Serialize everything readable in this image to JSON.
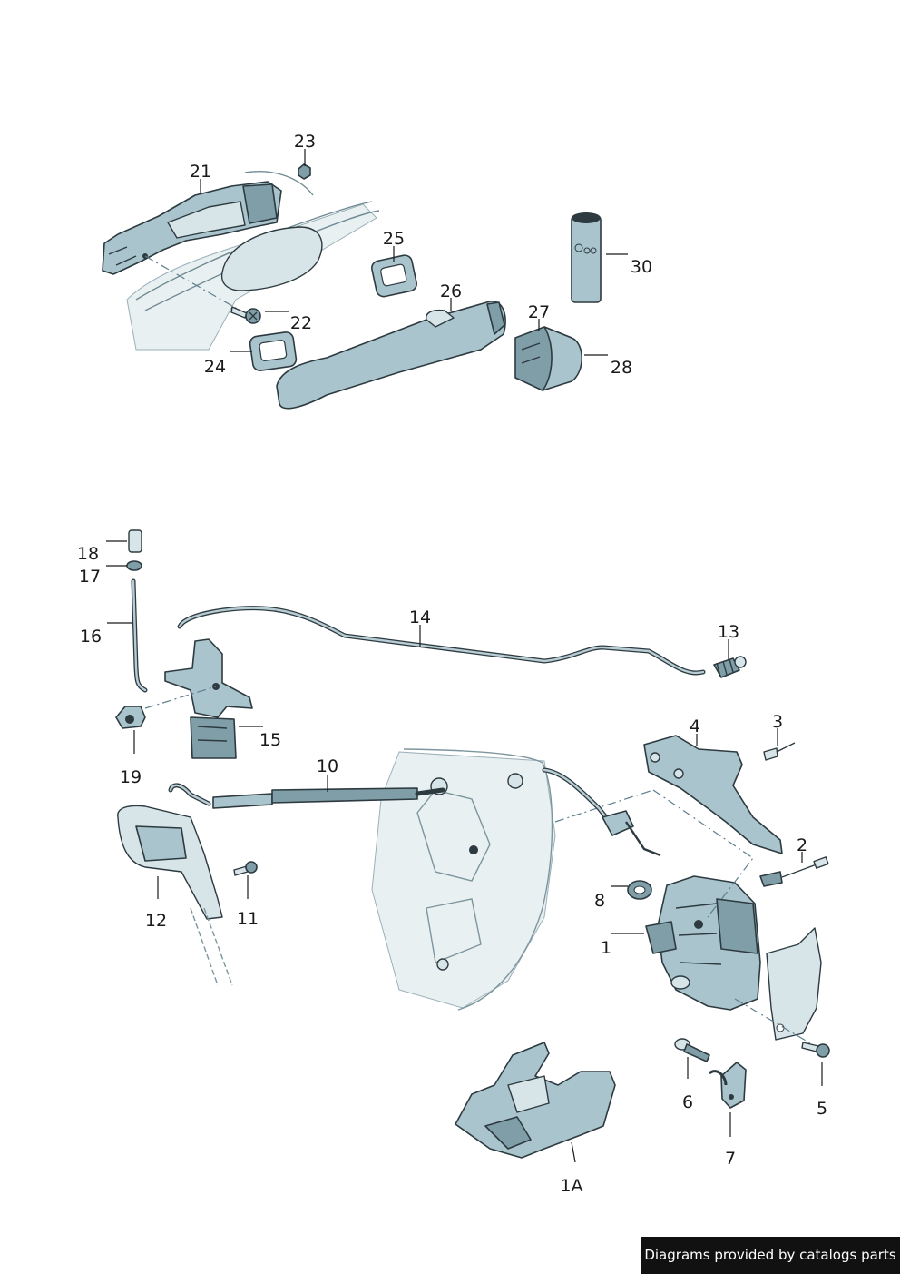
{
  "callouts": [
    {
      "id": "c-23",
      "text": "23"
    },
    {
      "id": "c-21",
      "text": "21"
    },
    {
      "id": "c-25",
      "text": "25"
    },
    {
      "id": "c-30",
      "text": "30"
    },
    {
      "id": "c-26",
      "text": "26"
    },
    {
      "id": "c-27",
      "text": "27"
    },
    {
      "id": "c-22",
      "text": "22"
    },
    {
      "id": "c-24",
      "text": "24"
    },
    {
      "id": "c-28",
      "text": "28"
    },
    {
      "id": "c-18",
      "text": "18"
    },
    {
      "id": "c-17",
      "text": "17"
    },
    {
      "id": "c-16",
      "text": "16"
    },
    {
      "id": "c-14",
      "text": "14"
    },
    {
      "id": "c-13",
      "text": "13"
    },
    {
      "id": "c-15",
      "text": "15"
    },
    {
      "id": "c-19",
      "text": "19"
    },
    {
      "id": "c-10",
      "text": "10"
    },
    {
      "id": "c-4",
      "text": "4"
    },
    {
      "id": "c-3",
      "text": "3"
    },
    {
      "id": "c-2",
      "text": "2"
    },
    {
      "id": "c-12",
      "text": "12"
    },
    {
      "id": "c-11",
      "text": "11"
    },
    {
      "id": "c-8",
      "text": "8"
    },
    {
      "id": "c-1",
      "text": "1"
    },
    {
      "id": "c-6",
      "text": "6"
    },
    {
      "id": "c-5",
      "text": "5"
    },
    {
      "id": "c-7",
      "text": "7"
    },
    {
      "id": "c-1A",
      "text": "1A"
    }
  ],
  "footer": {
    "text": "Diagrams provided by catalogs parts"
  },
  "colors": {
    "part": "#a9c4cc",
    "part_dark": "#7f9ea8",
    "outline": "#2d3a40",
    "footer_bg": "#111111"
  }
}
